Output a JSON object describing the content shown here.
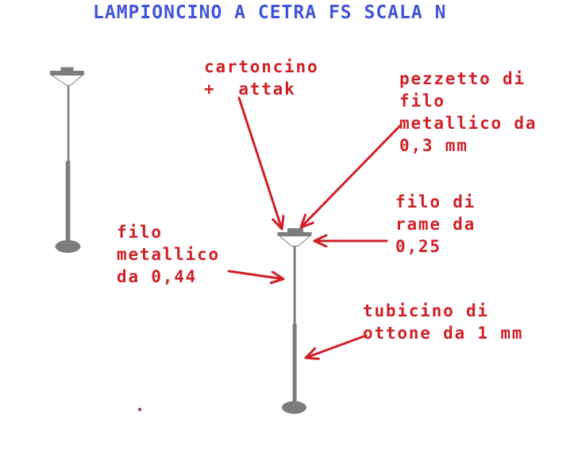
{
  "title": "LAMPIONCINO A CETRA FS SCALA N",
  "colors": {
    "title_blue": "#4254d8",
    "annotation_red": "#d02027",
    "lamp_gray": "#7d7d7d",
    "dot_red": "#a4343a"
  },
  "annotations": {
    "cartoncino": "cartoncino\n+  attak",
    "pezzetto": "pezzetto di\nfilo\nmetallico da\n0,3 mm",
    "rame": "filo di\nrame da\n0,25",
    "metallico": "filo\nmetallico\nda 0,44",
    "tubicino": "tubicino di\nottone da 1 mm"
  }
}
